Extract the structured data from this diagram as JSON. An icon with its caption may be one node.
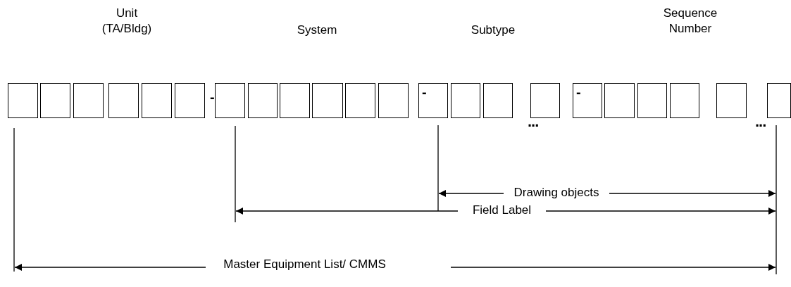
{
  "diagram": {
    "nodes": [
      {
        "text": [],
        "shape": "box"
      },
      {
        "text": [],
        "shape": "box"
      },
      {
        "text": [],
        "shape": "box"
      },
      {
        "text": [],
        "shape": "box"
      },
      {
        "text": [],
        "shape": "box"
      },
      {
        "text": [],
        "shape": "box"
      },
      {
        "text": [],
        "shape": "box"
      },
      {
        "text": [],
        "shape": "box"
      },
      {
        "text": [],
        "shape": "box"
      },
      {
        "text": [],
        "shape": "box"
      },
      {
        "text": [],
        "shape": "box"
      },
      {
        "text": [],
        "shape": "box"
      },
      {
        "text": [
          "-"
        ]
      },
      {
        "text": [],
        "shape": "box"
      },
      {
        "text": [],
        "shape": "box"
      },
      {
        "text": [],
        "shape": "box"
      },
      {
        "text": [
          "-"
        ]
      },
      {
        "text": [],
        "shape": "box"
      },
      {
        "text": [],
        "shape": "box"
      },
      {
        "text": [],
        "shape": "box"
      },
      {
        "text": [],
        "shape": "box"
      },
      {
        "text": [],
        "shape": "box"
      }
    ],
    "labels": [
      "Unit (TA/Bldg)",
      "System",
      "Subtype",
      "Sequence Number",
      "-",
      "...",
      "...",
      "Drawing objects",
      "Field Label",
      "Master Equipment List/ CMMS"
    ]
  }
}
